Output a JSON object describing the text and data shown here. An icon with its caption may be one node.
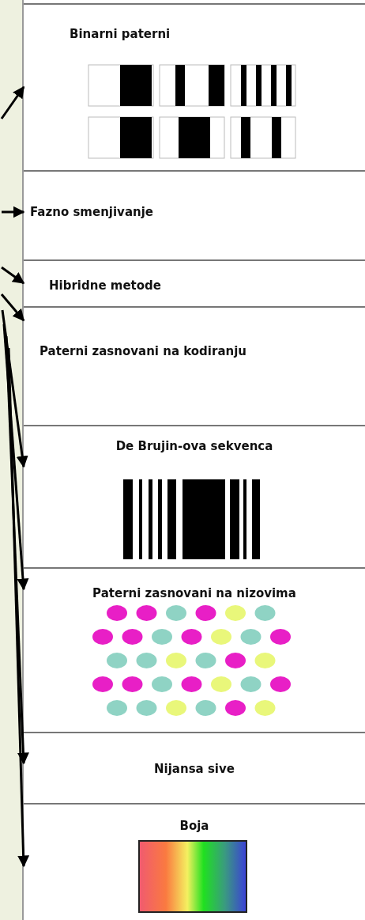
{
  "diagram": {
    "nodes": [
      {
        "text": [
          "Binarni paterni"
        ]
      },
      {
        "text": [
          "Fazno smenjivanje"
        ]
      },
      {
        "text": [
          "Hibridne metode"
        ]
      },
      {
        "text": [
          "Paterni zasnovani na kodiranju"
        ]
      },
      {
        "text": [
          "De Brujin-ova sekvenca"
        ]
      },
      {
        "text": [
          "Paterni zasnovani na nizovima"
        ]
      },
      {
        "text": [
          "Nijansa sive"
        ]
      },
      {
        "text": [
          "Boja"
        ]
      }
    ],
    "edges": [
      {
        "from": null,
        "to": 0,
        "arrow": "to"
      },
      {
        "from": null,
        "to": 1,
        "arrow": "to"
      },
      {
        "from": null,
        "to": 2,
        "arrow": "to"
      },
      {
        "from": null,
        "to": 3,
        "arrow": "to"
      },
      {
        "from": null,
        "to": 4,
        "arrow": "to"
      },
      {
        "from": null,
        "to": 5,
        "arrow": "to"
      },
      {
        "from": null,
        "to": 6,
        "arrow": "to"
      },
      {
        "from": null,
        "to": 7,
        "arrow": "to"
      }
    ]
  }
}
